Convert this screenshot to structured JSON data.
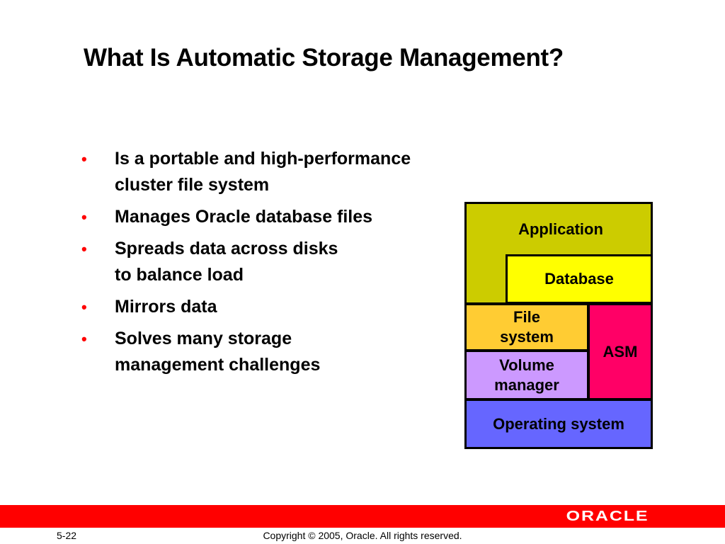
{
  "slide": {
    "title": "What Is Automatic Storage Management?",
    "bullets": [
      "Is a portable and high-performance\ncluster file system",
      "Manages Oracle database files",
      "Spreads data across disks\nto balance load",
      "Mirrors data",
      "Solves many storage\nmanagement challenges"
    ],
    "bullet_glyph": "•"
  },
  "diagram": {
    "application": "Application",
    "database": "Database",
    "file_system": "File\nsystem",
    "volume_manager": "Volume\nmanager",
    "asm": "ASM",
    "operating_system": "Operating system",
    "colors": {
      "application": "#cccc00",
      "database": "#ffff00",
      "file_system": "#ffcc33",
      "volume_manager": "#cc99ff",
      "asm": "#ff0066",
      "operating_system": "#6666ff"
    }
  },
  "footer": {
    "page_number": "5-22",
    "copyright": "Copyright © 2005, Oracle.  All rights reserved.",
    "logo_text": "ORACLE",
    "bar_color": "#ff0000"
  }
}
